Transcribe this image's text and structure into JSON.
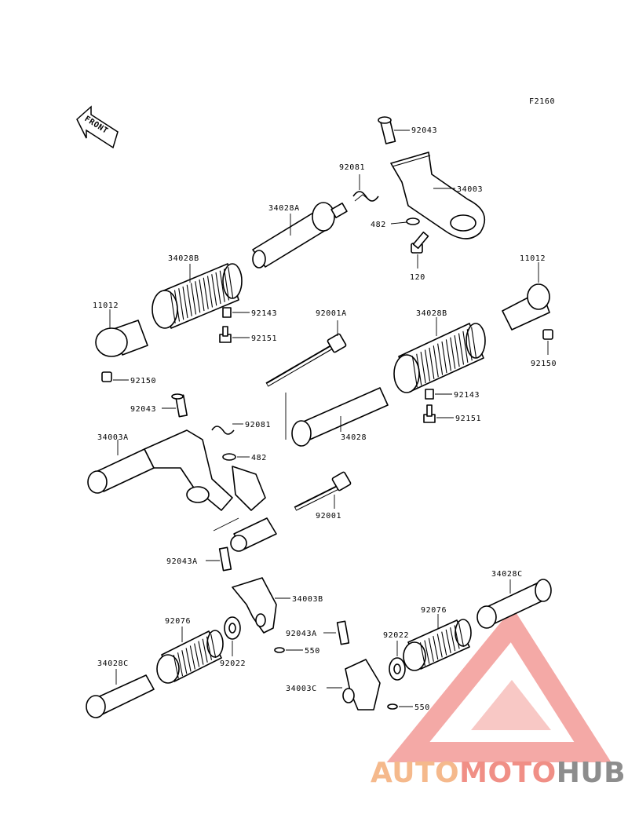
{
  "diagram": {
    "figure_code": "F2160",
    "front_label": "FRONT",
    "labels": {
      "p92043_top": "92043",
      "p92081_top": "92081",
      "p34003": "34003",
      "p482_top": "482",
      "p120": "120",
      "p34028A": "34028A",
      "p34028B_left": "34028B",
      "p11012_right": "11012",
      "p11012_left": "11012",
      "p92143_left": "92143",
      "p92151_left": "92151",
      "p92001A": "92001A",
      "p34028B_right": "34028B",
      "p92150_right": "92150",
      "p92150_left": "92150",
      "p92043_mid": "92043",
      "p92081_mid": "92081",
      "p92143_right": "92143",
      "p92151_right": "92151",
      "p34003A": "34003A",
      "p34028": "34028",
      "p482_mid": "482",
      "p92001": "92001",
      "p92043A_left": "92043A",
      "p34003B": "34003B",
      "p34028C_right": "34028C",
      "p92076_left": "92076",
      "p92076_right": "92076",
      "p92043A_right": "92043A",
      "p92022_right": "92022",
      "p550_left": "550",
      "p34028C_left": "34028C",
      "p92022_left": "92022",
      "p34003C": "34003C",
      "p550_right": "550"
    }
  },
  "watermark": {
    "part1": "AUTO",
    "part2": "MOTO",
    "part3": "HUB",
    "colors": {
      "auto": "#f5b98c",
      "moto": "#f08f86",
      "hub": "#8d8d8d",
      "triangle": "#f29a96"
    }
  }
}
